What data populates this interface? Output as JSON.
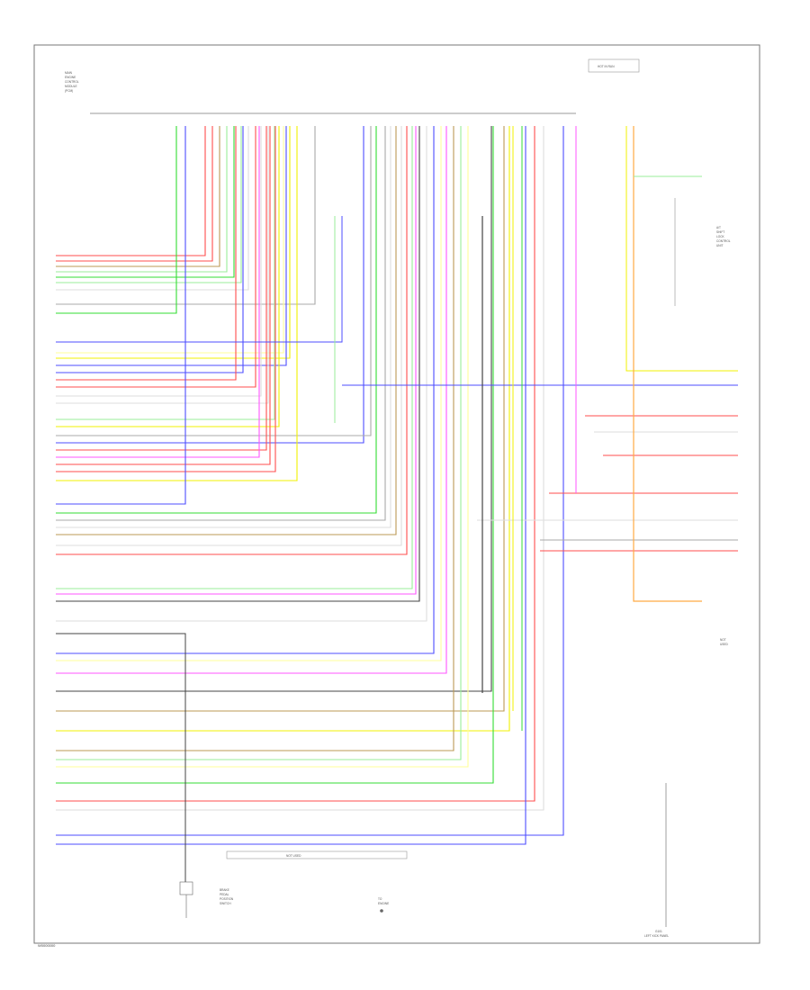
{
  "footer_code": "W0000000",
  "top_right_box": "HOT IN RUN",
  "top_left_labels": [
    "MAIN",
    "ENGINE",
    "CONTROL",
    "MODULE",
    "(PCM)"
  ],
  "right_module_labels": [
    "A/T",
    "SHIFT",
    "LOCK",
    "CONTROL",
    "UNIT"
  ],
  "lower_right_module_labels": [
    "NOT",
    "USED"
  ],
  "bottom_right_labels": [
    "G101",
    "LEFT KICK PANEL"
  ],
  "bottom_center_box": "NOT USED",
  "bottom_left_labels": [
    "BRAKE",
    "PEDAL",
    "POSITION",
    "SWITCH"
  ],
  "bottom_middle_labels": [
    "TO",
    "ENGINE"
  ],
  "colors": {
    "border": "#777777",
    "blk": "#444444",
    "red": "#ff4d4d",
    "pnk": "#ff55ff",
    "grn": "#33dd33",
    "ltgrn": "#99ee99",
    "yel": "#f0f000",
    "ltyel": "#ffff99",
    "blu": "#4d4dff",
    "org": "#ffaa44",
    "brn": "#bb9955",
    "gry": "#aaaaaa",
    "wht": "#dddddd"
  }
}
